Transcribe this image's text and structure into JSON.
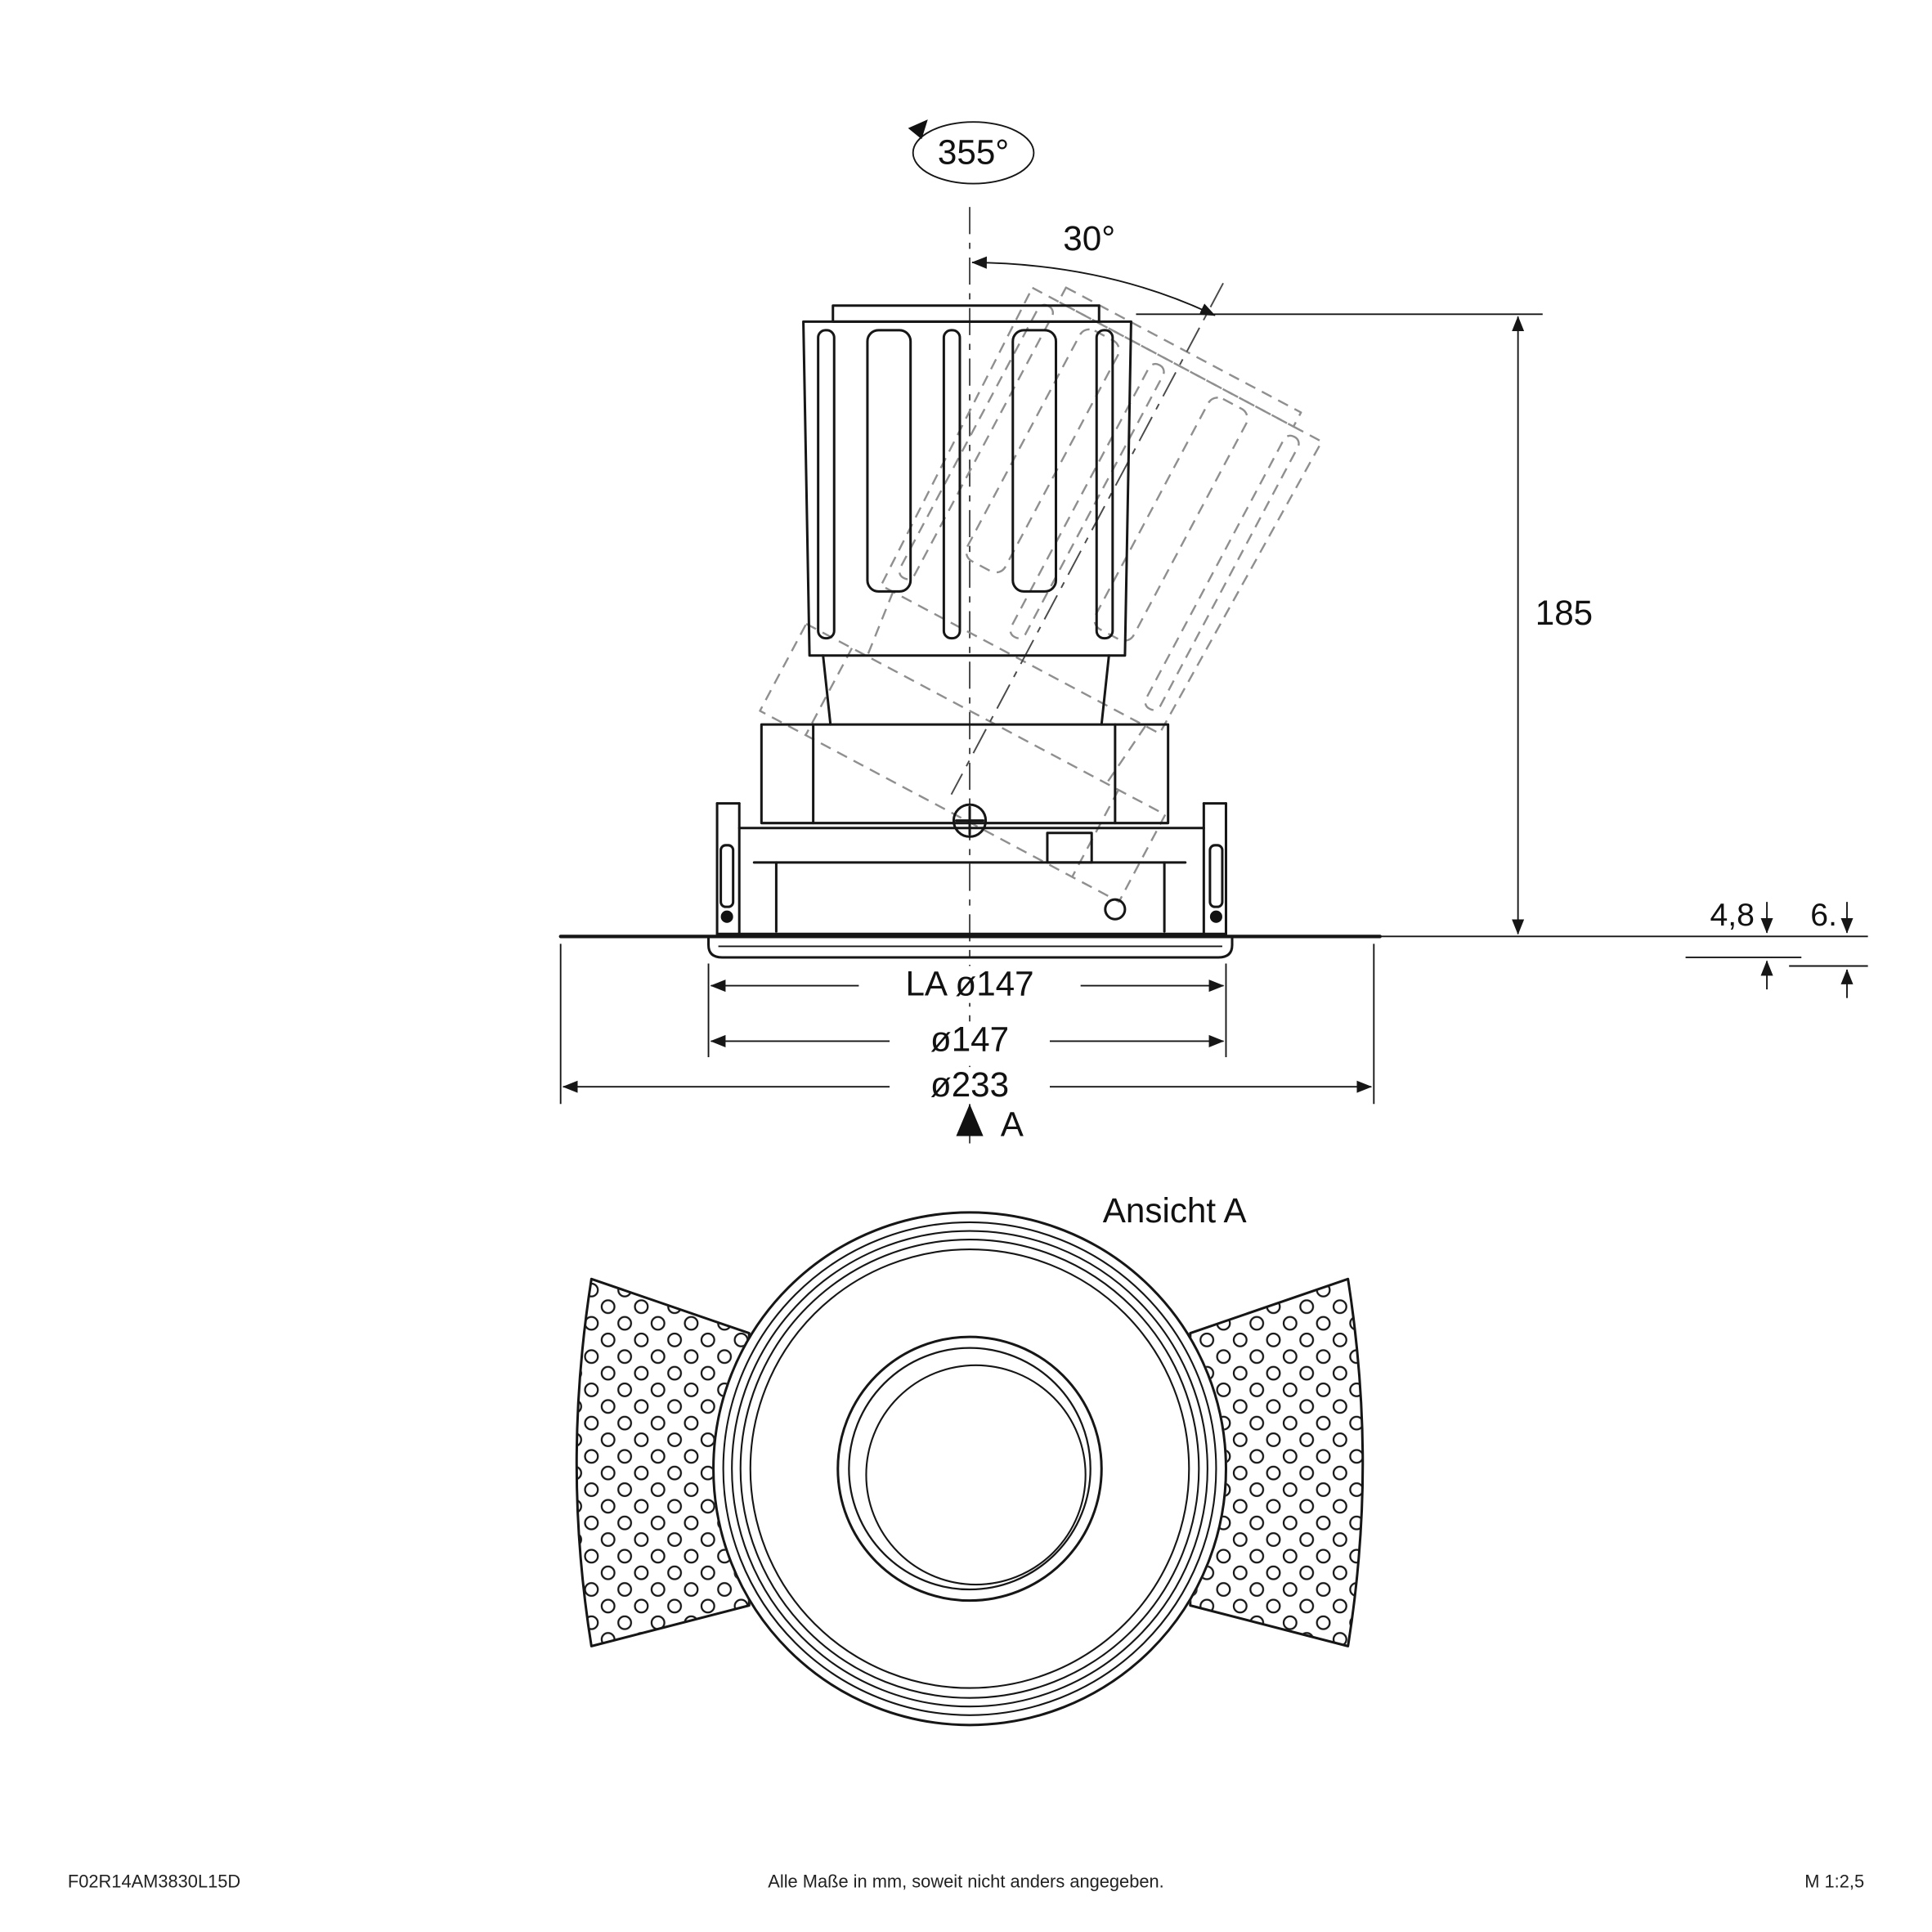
{
  "drawing": {
    "labels": {
      "rotation": "355°",
      "tilt": "30°",
      "height": "185",
      "flange_thickness": "4,8",
      "recess_depth": "6.",
      "lamp_cutout": "LA ø147",
      "trim_dia": "ø147",
      "outer_dia": "ø233",
      "section_arrow": "A",
      "view_title": "Ansicht A"
    }
  },
  "footer": {
    "article_number": "F02R14AM3830L15D",
    "note": "Alle Maße in mm, soweit nicht anders angegeben.",
    "scale": "M 1:2,5"
  }
}
